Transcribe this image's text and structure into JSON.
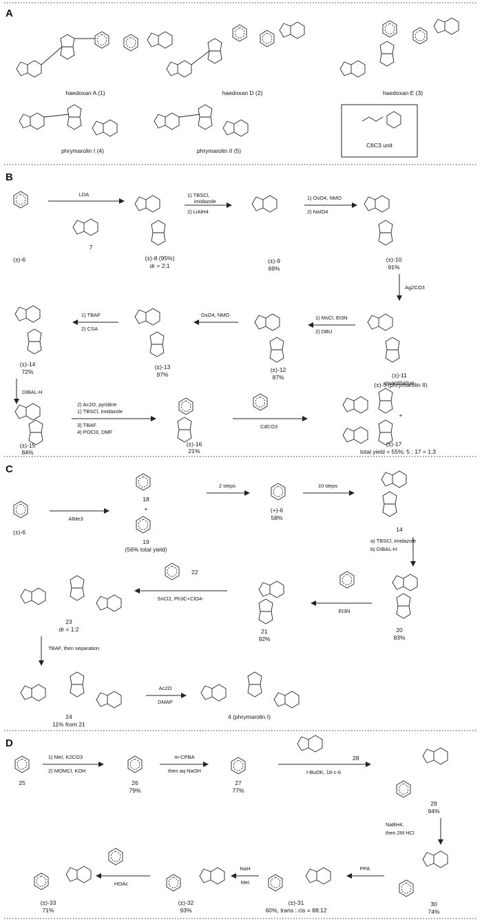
{
  "panels": [
    "A",
    "B",
    "C",
    "D"
  ],
  "panelA": {
    "compounds": [
      {
        "name": "haedoxan A (1)"
      },
      {
        "name": "haedoxan D (2)"
      },
      {
        "name": "haedoxan E (3)"
      },
      {
        "name": "phrymarolin I (4)"
      },
      {
        "name": "phrymarolin II (5)"
      }
    ],
    "unit_box": "C6C3 unit"
  },
  "panelB": {
    "items": [
      {
        "label": "(±)-6"
      },
      {
        "label": "7"
      },
      {
        "label": "(±)-8 (95%)"
      },
      {
        "label": "dr = 2:1"
      },
      {
        "label": "(±)-9"
      },
      {
        "label": "69%"
      },
      {
        "label": "(±)-10"
      },
      {
        "label": "91%"
      },
      {
        "label": "(±)-11"
      },
      {
        "label": "quantitative"
      },
      {
        "label": "(±)-12"
      },
      {
        "label": "87%"
      },
      {
        "label": "(±)-13"
      },
      {
        "label": "97%"
      },
      {
        "label": "(±)-14"
      },
      {
        "label": "72%"
      },
      {
        "label": "(±)-15"
      },
      {
        "label": "84%"
      },
      {
        "label": "(±)-16"
      },
      {
        "label": "21%"
      },
      {
        "label": "(±)-5 (phrymarolin II)"
      },
      {
        "label": "+"
      },
      {
        "label": "(±)-17"
      },
      {
        "label": "total yield = 55%; 5 : 17 = 1:3"
      }
    ],
    "reagents": [
      {
        "text": "LDA"
      },
      {
        "text": "1) TBSCl,"
      },
      {
        "text": "imidazole"
      },
      {
        "text": "2) LiAlH4"
      },
      {
        "text": "1) OsO4, NMO"
      },
      {
        "text": "2) NaIO4"
      },
      {
        "text": "Ag2CO3"
      },
      {
        "text": "1) MsCl, Et3N"
      },
      {
        "text": "2) DBU"
      },
      {
        "text": "OsO4, NMO"
      },
      {
        "text": "1) TBAF"
      },
      {
        "text": "2) CSA"
      },
      {
        "text": "DIBAL-H"
      },
      {
        "text": "1) TBSCl, imidazole"
      },
      {
        "text": "2) Ac2O, pyridine"
      },
      {
        "text": "3) TBAF"
      },
      {
        "text": "4) POCl3, DMF"
      },
      {
        "text": "CdCO3"
      }
    ]
  },
  "panelC": {
    "items": [
      {
        "label": "(±)-6"
      },
      {
        "label": "18"
      },
      {
        "label": "+"
      },
      {
        "label": "19"
      },
      {
        "label": "(56% total yield)"
      },
      {
        "label": "(+)-6"
      },
      {
        "label": "58%"
      },
      {
        "label": "14"
      },
      {
        "label": "20"
      },
      {
        "label": "83%"
      },
      {
        "label": "21"
      },
      {
        "label": "92%"
      },
      {
        "label": "22"
      },
      {
        "label": "23"
      },
      {
        "label": "dr = 1:2"
      },
      {
        "label": "24"
      },
      {
        "label": "11% from 21"
      },
      {
        "label": "4 (phrymarolin I)"
      }
    ],
    "reagents": [
      {
        "text": "AlMe3"
      },
      {
        "text": "2 steps"
      },
      {
        "text": "10 steps"
      },
      {
        "text": "a) TBSCl, imidazole"
      },
      {
        "text": "b) DIBAL-H"
      },
      {
        "text": "Et3N"
      },
      {
        "text": "SnCl2, Ph3C+ClO4-"
      },
      {
        "text": "TBAF, then separation"
      },
      {
        "text": "Ac2O"
      },
      {
        "text": "DMAP"
      }
    ]
  },
  "panelD": {
    "items": [
      {
        "label": "25"
      },
      {
        "label": "26"
      },
      {
        "label": "79%"
      },
      {
        "label": "27"
      },
      {
        "label": "77%"
      },
      {
        "label": "28"
      },
      {
        "label": "29"
      },
      {
        "label": "94%"
      },
      {
        "label": "30"
      },
      {
        "label": "74%"
      },
      {
        "label": "(±)-31"
      },
      {
        "label": "60%, trans : cis = 88:12"
      },
      {
        "label": "(±)-32"
      },
      {
        "label": "93%"
      },
      {
        "label": "(±)-33"
      },
      {
        "label": "71%"
      }
    ],
    "reagents": [
      {
        "text": "1) MeI, K2CO3"
      },
      {
        "text": "2) MOMCl, KOH"
      },
      {
        "text": "m-CPBA"
      },
      {
        "text": "then aq NaOH"
      },
      {
        "text": "t-BuOK, 18-c-6"
      },
      {
        "text": "NaBH4,"
      },
      {
        "text": "then 2M HCl"
      },
      {
        "text": "PPA"
      },
      {
        "text": "NaH"
      },
      {
        "text": "MeI"
      },
      {
        "text": "HOAc"
      }
    ]
  }
}
